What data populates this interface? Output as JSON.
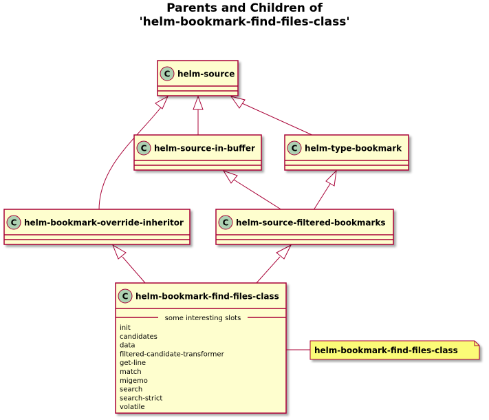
{
  "title": {
    "line1": "Parents and Children of",
    "line2": "'helm-bookmark-find-files-class'"
  },
  "classes": {
    "helm_source": "helm-source",
    "helm_source_in_buffer": "helm-source-in-buffer",
    "helm_type_bookmark": "helm-type-bookmark",
    "helm_bookmark_override_inheritor": "helm-bookmark-override-inheritor",
    "helm_source_filtered_bookmarks": "helm-source-filtered-bookmarks",
    "helm_bookmark_find_files_class": "helm-bookmark-find-files-class"
  },
  "badge_letter": "C",
  "slots_section_label": "some interesting slots",
  "slots": [
    "init",
    "candidates",
    "data",
    "filtered-candidate-transformer",
    "get-line",
    "match",
    "migemo",
    "search",
    "search-strict",
    "volatile"
  ],
  "note": "helm-bookmark-find-files-class",
  "colors": {
    "class_fill": "#FEFECE",
    "class_border": "#A80036",
    "badge_fill": "#ADD1B2",
    "note_fill": "#FBFB77",
    "note_border": "#A80036",
    "shadow": "#c8c8c8"
  }
}
